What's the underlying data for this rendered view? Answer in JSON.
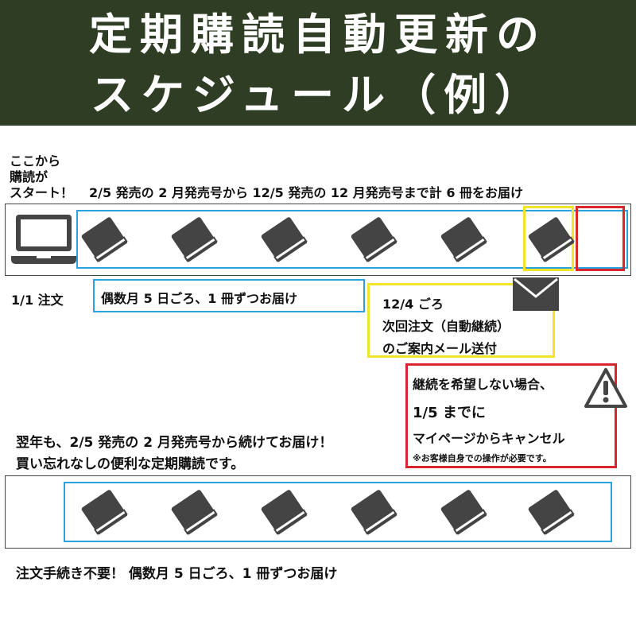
{
  "header": {
    "line1": "定期購読自動更新の",
    "line2": "スケジュール（例）"
  },
  "start": {
    "label_line1": "ここから",
    "label_line2": "購読が",
    "label_line3": "スタート！",
    "range_text": "2/5 発売の 2 月発売号から 12/5 発売の 12 月発売号まで計 6 冊をお届け"
  },
  "order": {
    "date_label": "1/1 注文",
    "delivery_text": "偶数月 5 日ごろ、1 冊ずつお届け"
  },
  "email_notice": {
    "line1": "12/4 ごろ",
    "line2": "次回注文（自動継続）",
    "line3": "のご案内メール送付"
  },
  "cancel_notice": {
    "line1": "継続を希望しない場合、",
    "line2": "1/5 までに",
    "line3": "マイページからキャンセル",
    "note": "※お客様自身での操作が必要です。"
  },
  "next_year": {
    "line1": "翌年も、2/5 発売の 2 月発売号から続けてお届け！",
    "line2": "買い忘れなしの便利な定期購読です。"
  },
  "footer": {
    "text": "注文手続き不要！ 偶数月 5 日ごろ、1 冊ずつお届け"
  },
  "colors": {
    "header_bg": "#2e3d24",
    "blue": "#29a3dd",
    "yellow": "#f2e42a",
    "red": "#d9262c",
    "icon": "#444444"
  },
  "icons": {
    "laptop": "laptop-icon",
    "book": "book-icon",
    "mail": "mail-icon",
    "warning": "warning-icon"
  }
}
